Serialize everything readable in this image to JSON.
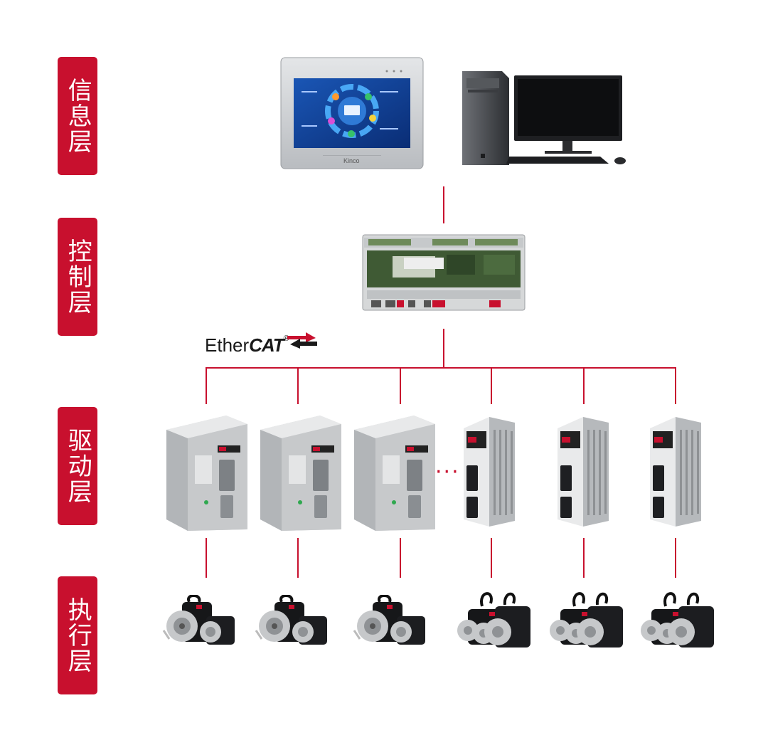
{
  "layers": [
    {
      "label": "信息层"
    },
    {
      "label": "控制层"
    },
    {
      "label": "驱动层"
    },
    {
      "label": "执行层"
    }
  ],
  "network": {
    "brand_prefix": "Ether",
    "brand_bold": "CAT",
    "brand_mark": "®"
  },
  "hmi": {
    "brand": "Kinco"
  },
  "ellipsis": "···",
  "colors": {
    "accent": "#c8102e"
  }
}
